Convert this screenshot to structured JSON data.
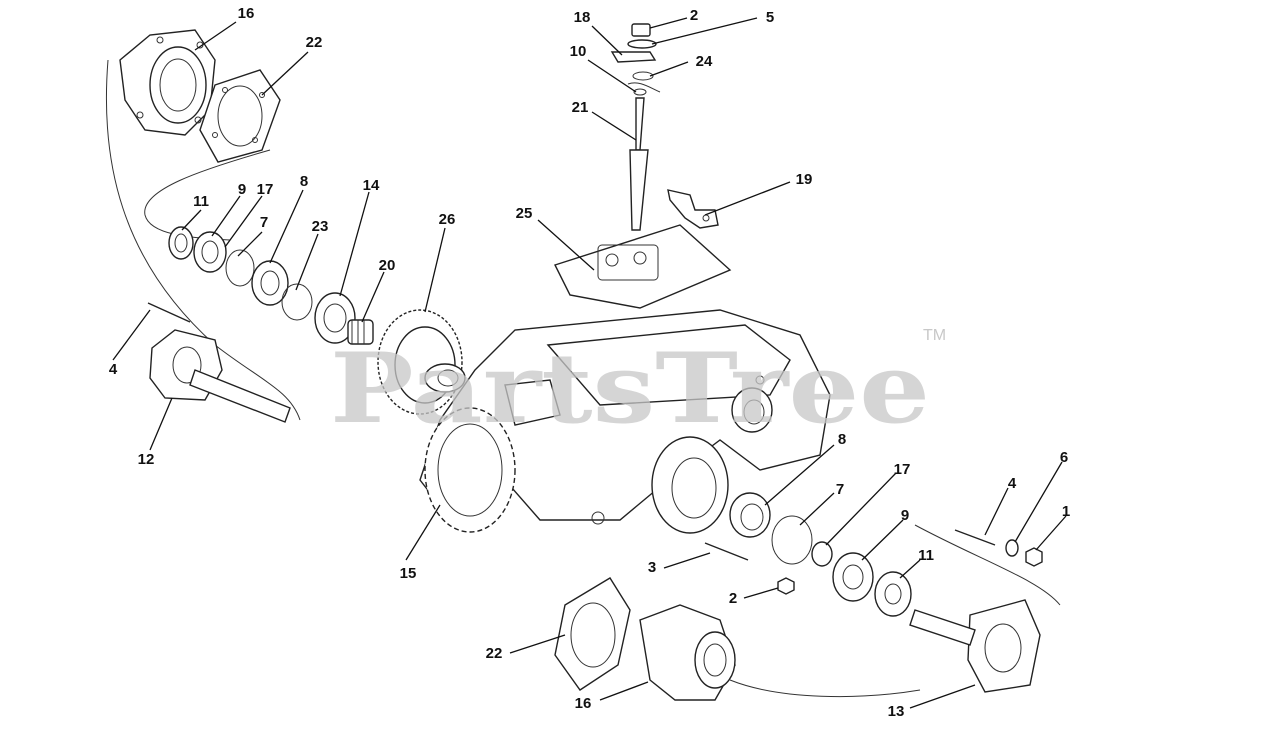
{
  "watermark": {
    "text": "PartsTree",
    "trademark": "TM"
  },
  "callouts": [
    {
      "id": "c16a",
      "label": "16"
    },
    {
      "id": "c22a",
      "label": "22"
    },
    {
      "id": "c18",
      "label": "18"
    },
    {
      "id": "c2a",
      "label": "2"
    },
    {
      "id": "c5",
      "label": "5"
    },
    {
      "id": "c10",
      "label": "10"
    },
    {
      "id": "c24",
      "label": "24"
    },
    {
      "id": "c21",
      "label": "21"
    },
    {
      "id": "c19",
      "label": "19"
    },
    {
      "id": "c25",
      "label": "25"
    },
    {
      "id": "c11a",
      "label": "11"
    },
    {
      "id": "c9a",
      "label": "9"
    },
    {
      "id": "c17a",
      "label": "17"
    },
    {
      "id": "c8a",
      "label": "8"
    },
    {
      "id": "c7a",
      "label": "7"
    },
    {
      "id": "c14",
      "label": "14"
    },
    {
      "id": "c23",
      "label": "23"
    },
    {
      "id": "c20",
      "label": "20"
    },
    {
      "id": "c26",
      "label": "26"
    },
    {
      "id": "c4a",
      "label": "4"
    },
    {
      "id": "c12",
      "label": "12"
    },
    {
      "id": "c8b",
      "label": "8"
    },
    {
      "id": "c7b",
      "label": "7"
    },
    {
      "id": "c17b",
      "label": "17"
    },
    {
      "id": "c4b",
      "label": "4"
    },
    {
      "id": "c6",
      "label": "6"
    },
    {
      "id": "c1",
      "label": "1"
    },
    {
      "id": "c9b",
      "label": "9"
    },
    {
      "id": "c11b",
      "label": "11"
    },
    {
      "id": "c15",
      "label": "15"
    },
    {
      "id": "c3",
      "label": "3"
    },
    {
      "id": "c2b",
      "label": "2"
    },
    {
      "id": "c22b",
      "label": "22"
    },
    {
      "id": "c16b",
      "label": "16"
    },
    {
      "id": "c13",
      "label": "13"
    }
  ]
}
